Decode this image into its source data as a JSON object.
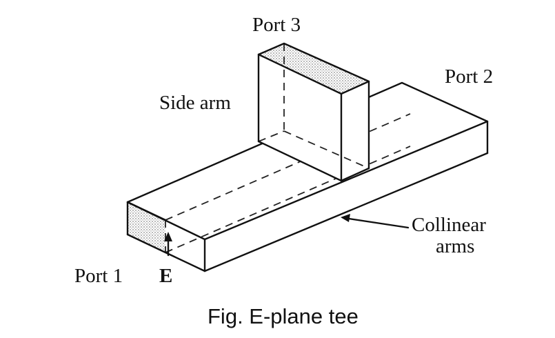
{
  "labels": {
    "port3": "Port 3",
    "port2": "Port 2",
    "side_arm": "Side arm",
    "collinear_line1": "Collinear",
    "collinear_line2": "arms",
    "port1": "Port 1",
    "e_field": "E"
  },
  "caption": "Fig. E-plane tee",
  "colors": {
    "ink": "#111111",
    "port_opening_shading": "#bdbdbd",
    "background": "#ffffff"
  }
}
